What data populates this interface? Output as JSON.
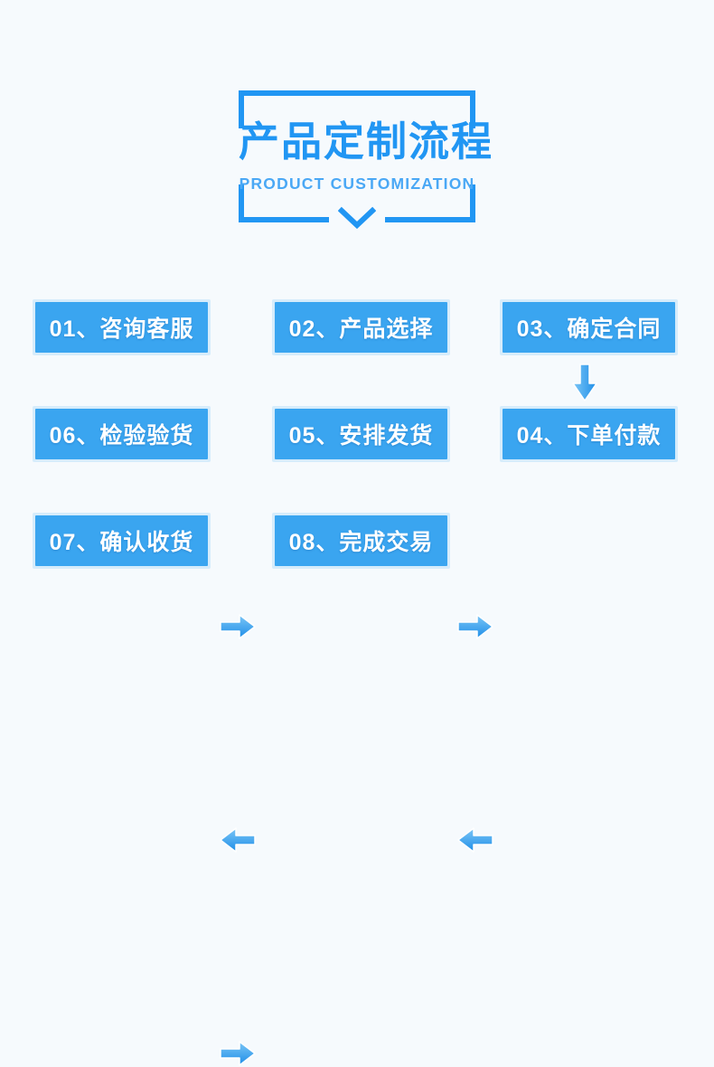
{
  "page": {
    "background_color": "#f6fafd",
    "accent_color": "#2196f3",
    "box_fill_color": "#3aa5f0",
    "box_border_color": "#d6ecfb",
    "text_color": "#ffffff"
  },
  "header": {
    "title_cn": "产品定制流程",
    "title_en": "PRODUCT CUSTOMIZATION",
    "title_color": "#2196f3",
    "subtitle_color": "#4aa8f5",
    "frame_color": "#2196f3",
    "chevron_icon": "chevron-down-icon"
  },
  "flow": {
    "rows": [
      {
        "row_index": 1,
        "direction": "left-to-right",
        "steps": [
          {
            "number": "01",
            "separator": "、",
            "name": "咨询客服",
            "label": "01、咨询客服"
          },
          {
            "number": "02",
            "separator": "、",
            "name": "产品选择",
            "label": "02、产品选择"
          },
          {
            "number": "03",
            "separator": "、",
            "name": "确定合同",
            "label": "03、确定合同"
          }
        ],
        "connectors": [
          "arrow-right-icon",
          "arrow-right-icon"
        ]
      },
      {
        "row_index": 2,
        "direction": "right-to-left",
        "steps": [
          {
            "number": "06",
            "separator": "、",
            "name": "检验验货",
            "label": "06、检验验货"
          },
          {
            "number": "05",
            "separator": "、",
            "name": "安排发货",
            "label": "05、安排发货"
          },
          {
            "number": "04",
            "separator": "、",
            "name": "下单付款",
            "label": "04、下单付款"
          }
        ],
        "connectors": [
          "arrow-left-icon",
          "arrow-left-icon"
        ]
      },
      {
        "row_index": 3,
        "direction": "left-to-right",
        "steps": [
          {
            "number": "07",
            "separator": "、",
            "name": "确认收货",
            "label": "07、确认收货"
          },
          {
            "number": "08",
            "separator": "、",
            "name": "完成交易",
            "label": "08、完成交易"
          }
        ],
        "connectors": [
          "arrow-right-icon"
        ]
      }
    ],
    "row_connector": "arrow-down-icon"
  }
}
